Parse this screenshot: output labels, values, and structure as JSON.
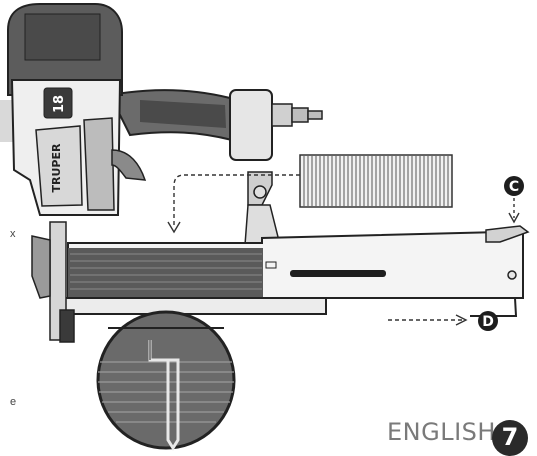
{
  "callouts": {
    "c": "C",
    "d": "D"
  },
  "tool": {
    "brand": "TRUPER",
    "voltage": "18"
  },
  "footer": {
    "language": "ENGLISH",
    "page_number": "7"
  },
  "edge_marks": {
    "left_upper": "x",
    "left_lower": "e"
  }
}
